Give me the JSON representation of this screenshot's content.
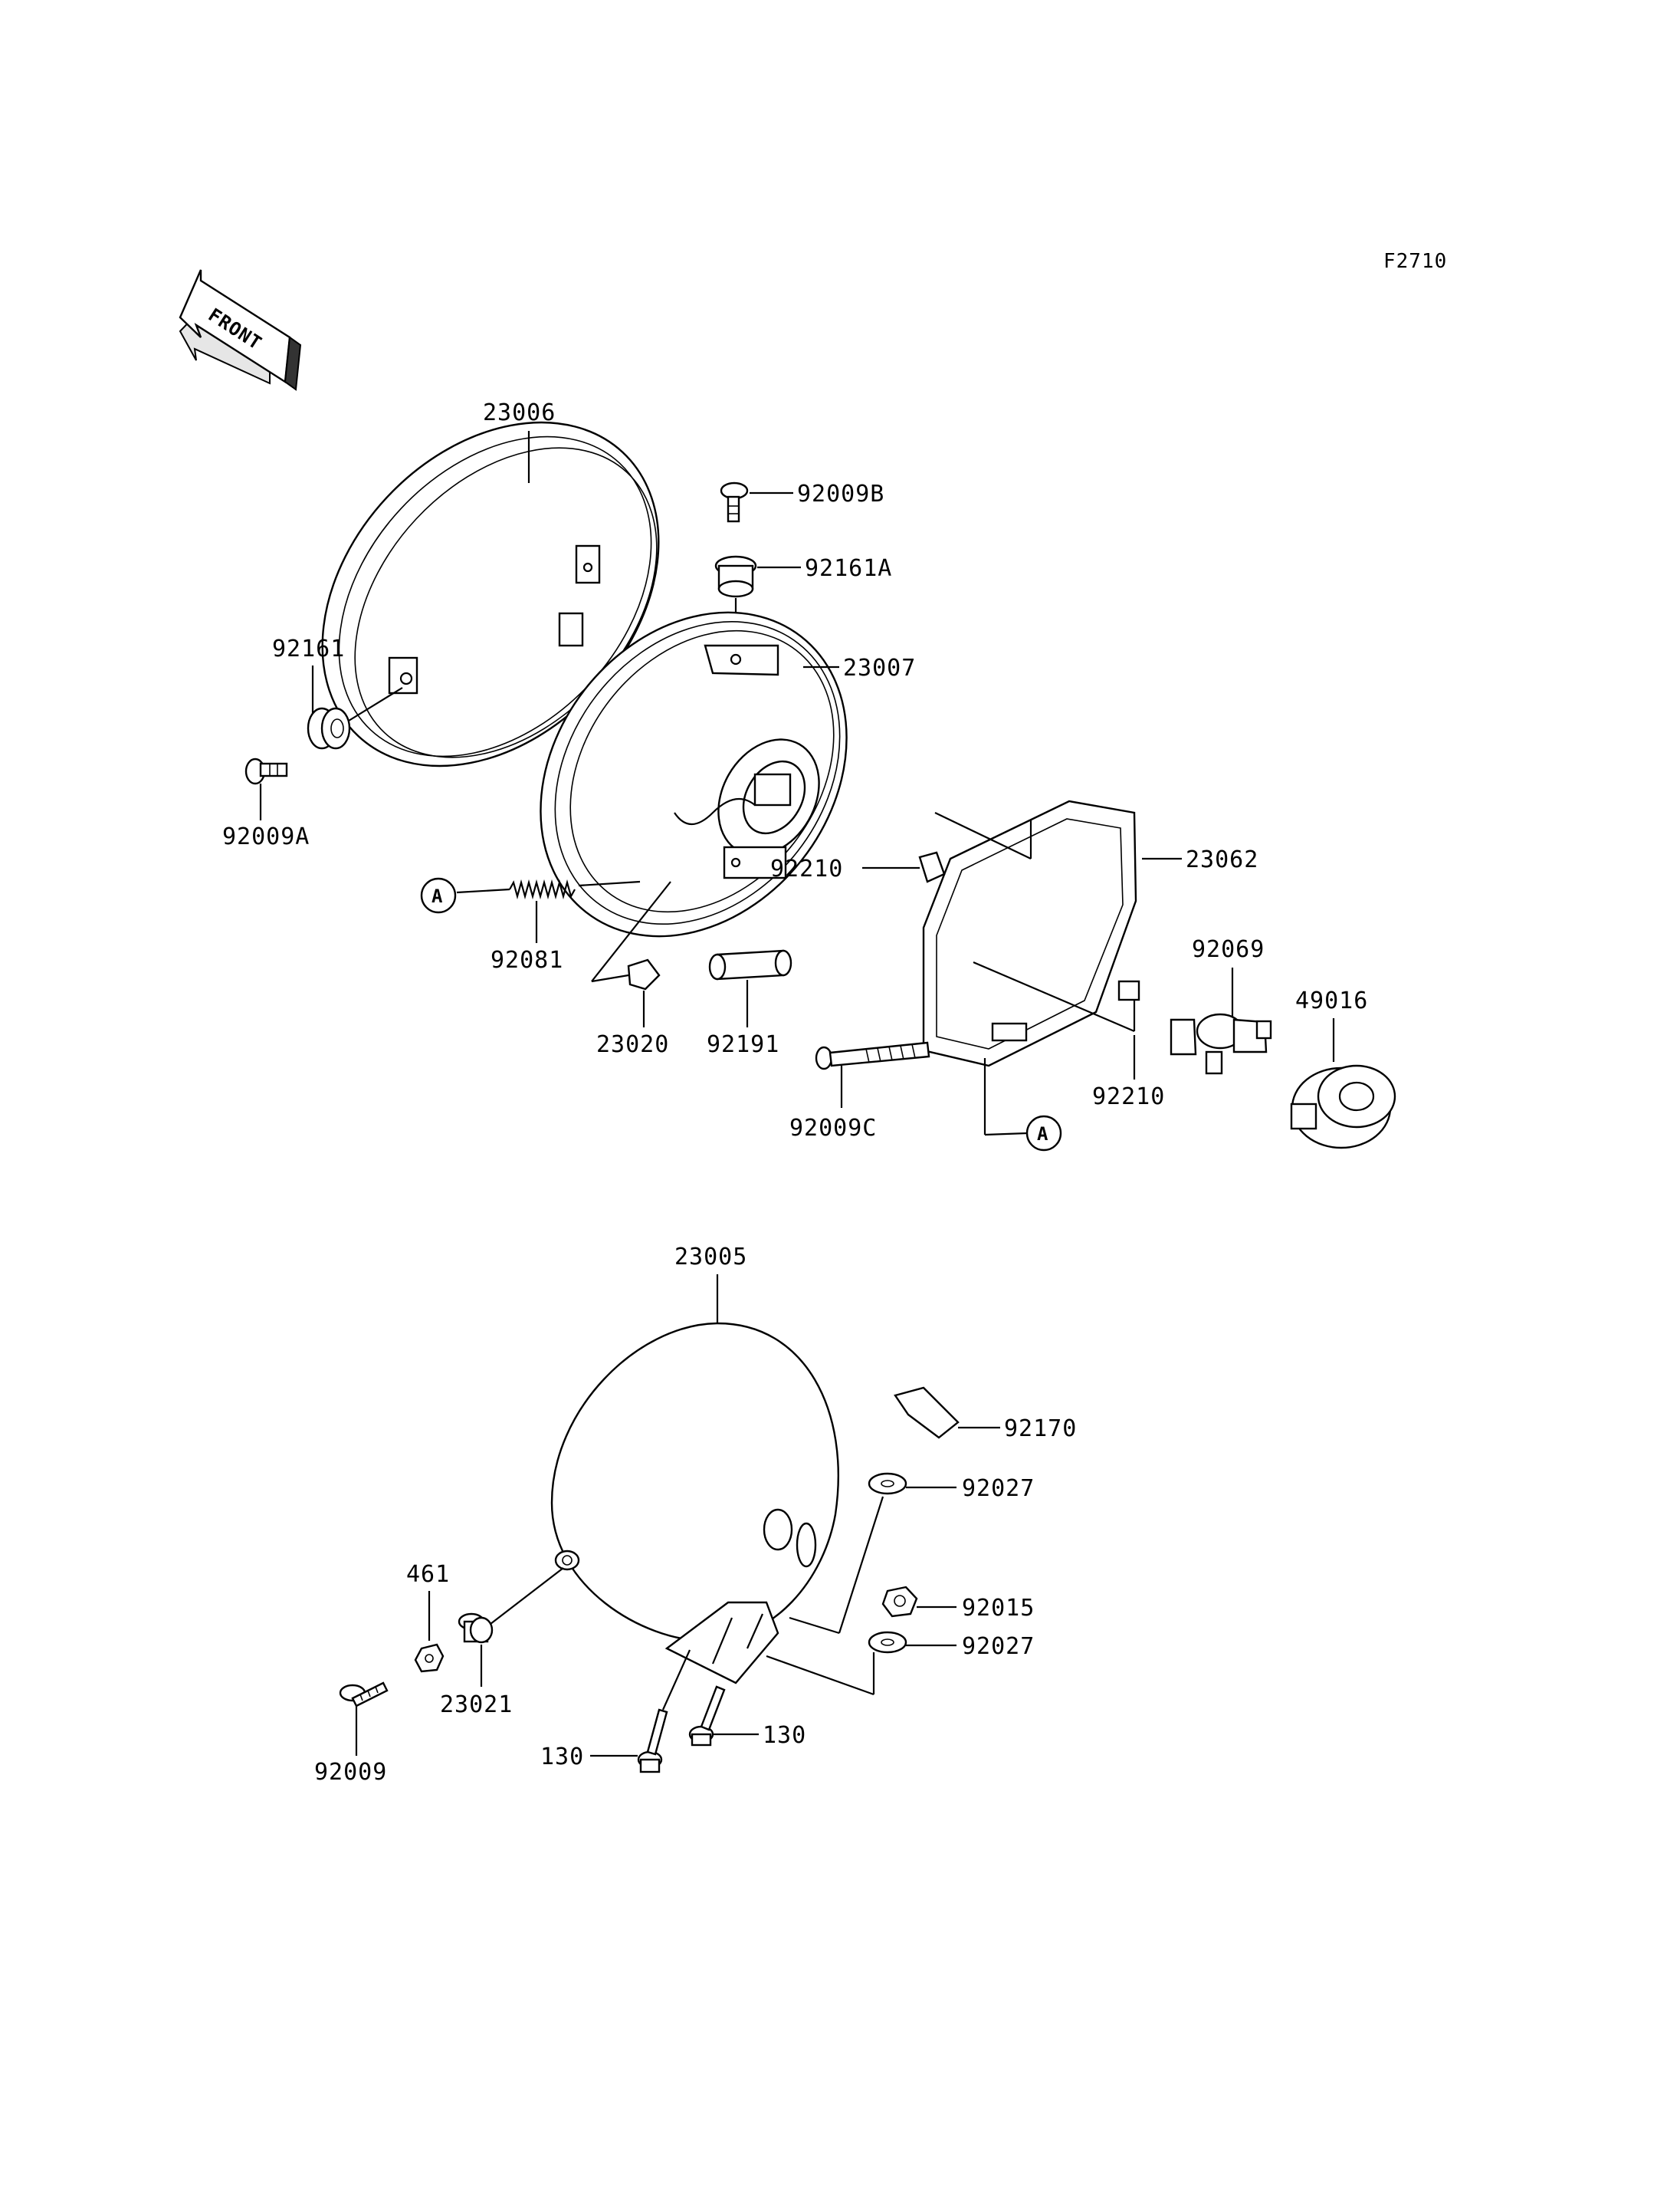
{
  "figure_code": "F2710",
  "front_label": "FRONT",
  "callout": "A",
  "parts": {
    "p23006": "23006",
    "p92009B": "92009B",
    "p92161A": "92161A",
    "p23007": "23007",
    "p92161": "92161",
    "p92009A": "92009A",
    "p92210_top": "92210",
    "p23062": "23062",
    "p92081": "92081",
    "p92069": "92069",
    "p49016": "49016",
    "p23020": "23020",
    "p92191": "92191",
    "p92210_bottom": "92210",
    "p92009C": "92009C",
    "p23005": "23005",
    "p92170": "92170",
    "p92027_top": "92027",
    "p461": "461",
    "p92015": "92015",
    "p92027_bottom": "92027",
    "p23021": "23021",
    "p130_right": "130",
    "p130_left": "130",
    "p92009": "92009"
  }
}
